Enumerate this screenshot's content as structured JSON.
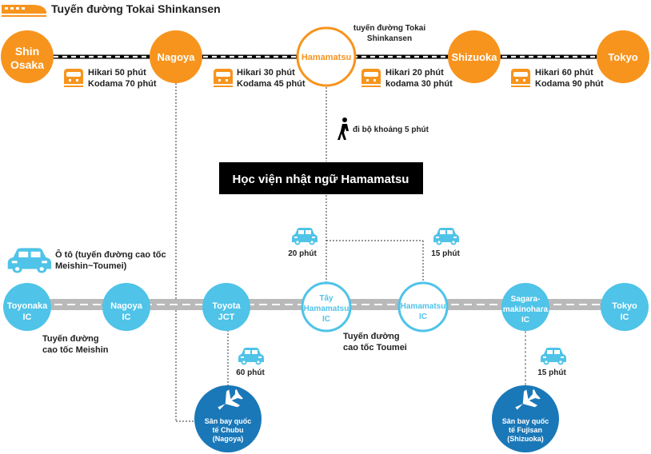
{
  "header": {
    "title": "Tuyến đường Tokai Shinkansen"
  },
  "rail": {
    "line_label": [
      "tuyến đường Tokai",
      "Shinkansen"
    ],
    "stations": [
      {
        "lines": [
          "Shin",
          "Osaka"
        ]
      },
      {
        "lines": [
          "Nagoya"
        ]
      },
      {
        "lines": [
          "Hamamatsu"
        ]
      },
      {
        "lines": [
          "Shizuoka"
        ]
      },
      {
        "lines": [
          "Tokyo"
        ]
      }
    ],
    "times": [
      [
        "Hikari 50 phút",
        "Kodama 70 phút"
      ],
      [
        "Hikari 30 phút",
        "Kodama 45 phút"
      ],
      [
        "Hikari 20 phút",
        "kodama 30 phút"
      ],
      [
        "Hikari 60 phút",
        "Kodama 90 phút"
      ]
    ]
  },
  "walk": {
    "label": "đi bộ khoảng 5 phút"
  },
  "school": {
    "name": "Học viện nhật ngữ Hamamatsu"
  },
  "road": {
    "car_label": [
      "Ô tô  (tuyến đường cao tốc",
      "Meishin~Toumei)"
    ],
    "ics": [
      {
        "lines": [
          "Toyonaka",
          "IC"
        ]
      },
      {
        "lines": [
          "Nagoya",
          "IC"
        ]
      },
      {
        "lines": [
          "Toyota",
          "JCT"
        ]
      },
      {
        "lines": [
          "Tây",
          "Hamamatsu",
          "IC"
        ]
      },
      {
        "lines": [
          "Hamamatsu",
          "IC"
        ]
      },
      {
        "lines": [
          "Sagara-",
          "makinohara",
          "IC"
        ]
      },
      {
        "lines": [
          "Tokyo",
          "IC"
        ]
      }
    ],
    "expressways": [
      [
        "Tuyến đường",
        "cao tốc Meishin"
      ],
      [
        "Tuyến đường",
        "cao tốc Toumei"
      ]
    ],
    "drive_times": [
      "20 phút",
      "15 phút",
      "60 phút",
      "15 phút"
    ]
  },
  "airports": [
    {
      "lines": [
        "Sân bay quốc",
        "tế Chubu",
        "(Nagoya)"
      ]
    },
    {
      "lines": [
        "Sân bay quốc",
        "tế Fujisan",
        "(Shizuoka)"
      ]
    }
  ],
  "colors": {
    "orange": "#f7941d",
    "cyan": "#4fc3e8",
    "blue": "#1a78b8",
    "black": "#000000",
    "road_gray": "#b9b9b9"
  },
  "icons": [
    "shinkansen-icon",
    "train-icon",
    "walking-person-icon",
    "car-icon",
    "airplane-icon"
  ]
}
